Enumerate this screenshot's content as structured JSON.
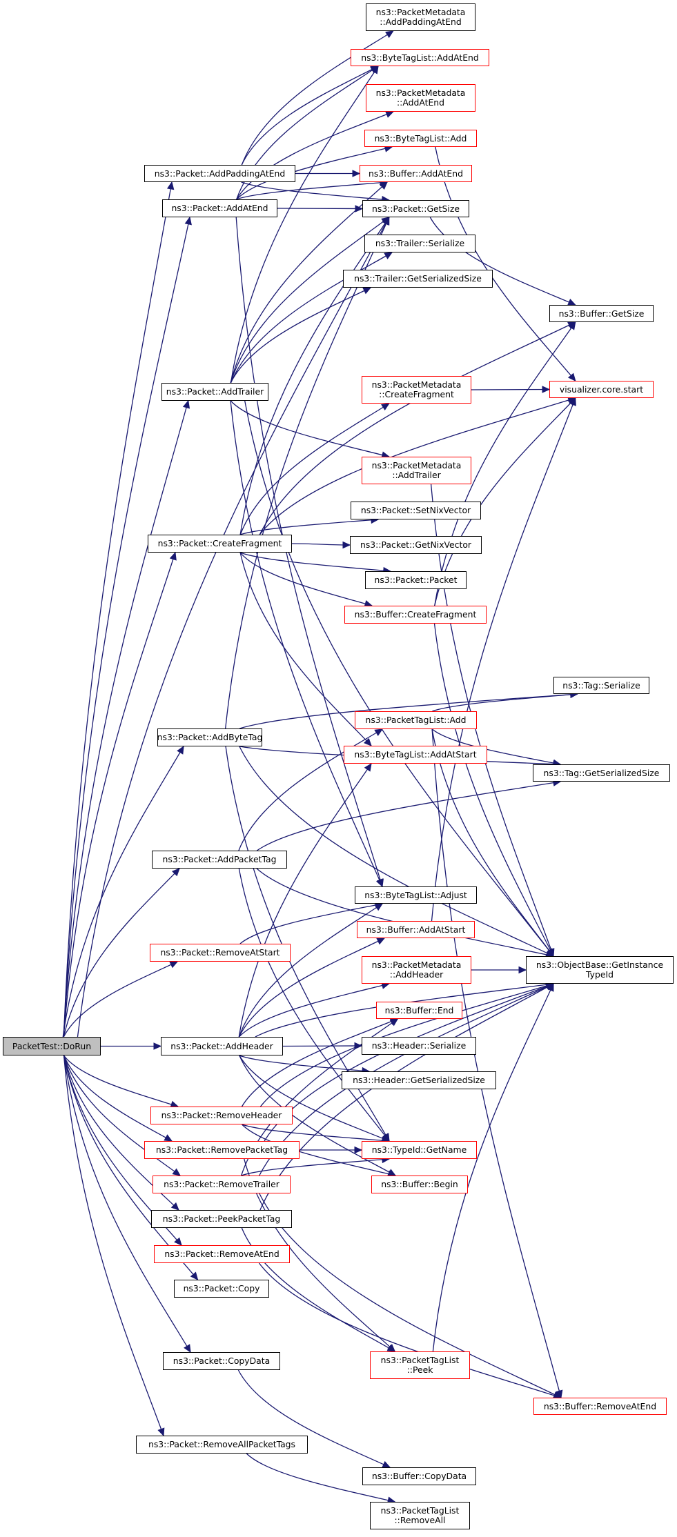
{
  "diagram": {
    "title": "Call graph for PacketTest::DoRun",
    "colors": {
      "edge": "#191970",
      "node_border_default": "#000000",
      "node_border_truncated": "#ff0000",
      "root_fill": "#bfbfbf",
      "node_fill": "#ffffff"
    },
    "nodes": [
      {
        "id": "dorun",
        "lines": [
          "PacketTest::DoRun"
        ],
        "style": "root"
      },
      {
        "id": "p_addpaddingatend",
        "lines": [
          "ns3::Packet::AddPaddingAtEnd"
        ],
        "style": "black"
      },
      {
        "id": "p_addatend",
        "lines": [
          "ns3::Packet::AddAtEnd"
        ],
        "style": "black"
      },
      {
        "id": "p_addtrailer",
        "lines": [
          "ns3::Packet::AddTrailer"
        ],
        "style": "black"
      },
      {
        "id": "p_createfragment",
        "lines": [
          "ns3::Packet::CreateFragment"
        ],
        "style": "black"
      },
      {
        "id": "p_addbytetag",
        "lines": [
          "ns3::Packet::AddByteTag"
        ],
        "style": "black"
      },
      {
        "id": "p_addpackettag",
        "lines": [
          "ns3::Packet::AddPacketTag"
        ],
        "style": "black"
      },
      {
        "id": "p_removeatstart",
        "lines": [
          "ns3::Packet::RemoveAtStart"
        ],
        "style": "red"
      },
      {
        "id": "p_addheader",
        "lines": [
          "ns3::Packet::AddHeader"
        ],
        "style": "black"
      },
      {
        "id": "p_removeheader",
        "lines": [
          "ns3::Packet::RemoveHeader"
        ],
        "style": "red"
      },
      {
        "id": "p_removepackettag",
        "lines": [
          "ns3::Packet::RemovePacketTag"
        ],
        "style": "red"
      },
      {
        "id": "p_removetrailer",
        "lines": [
          "ns3::Packet::RemoveTrailer"
        ],
        "style": "red"
      },
      {
        "id": "p_peekpackettag",
        "lines": [
          "ns3::Packet::PeekPacketTag"
        ],
        "style": "black"
      },
      {
        "id": "p_removeatend",
        "lines": [
          "ns3::Packet::RemoveAtEnd"
        ],
        "style": "red"
      },
      {
        "id": "p_copy",
        "lines": [
          "ns3::Packet::Copy"
        ],
        "style": "black"
      },
      {
        "id": "p_copydata",
        "lines": [
          "ns3::Packet::CopyData"
        ],
        "style": "black"
      },
      {
        "id": "p_removeallpackettags",
        "lines": [
          "ns3::Packet::RemoveAllPacketTags"
        ],
        "style": "black"
      },
      {
        "id": "pm_addpaddingatend",
        "lines": [
          "ns3::PacketMetadata",
          "::AddPaddingAtEnd"
        ],
        "style": "black"
      },
      {
        "id": "btl_addatend",
        "lines": [
          "ns3::ByteTagList::AddAtEnd"
        ],
        "style": "red"
      },
      {
        "id": "pm_addatend",
        "lines": [
          "ns3::PacketMetadata",
          "::AddAtEnd"
        ],
        "style": "red"
      },
      {
        "id": "btl_add",
        "lines": [
          "ns3::ByteTagList::Add"
        ],
        "style": "red"
      },
      {
        "id": "buf_addatend",
        "lines": [
          "ns3::Buffer::AddAtEnd"
        ],
        "style": "red"
      },
      {
        "id": "p_getsize",
        "lines": [
          "ns3::Packet::GetSize"
        ],
        "style": "black"
      },
      {
        "id": "tr_serialize",
        "lines": [
          "ns3::Trailer::Serialize"
        ],
        "style": "black"
      },
      {
        "id": "tr_getserializedsize",
        "lines": [
          "ns3::Trailer::GetSerializedSize"
        ],
        "style": "black"
      },
      {
        "id": "pm_createfragment",
        "lines": [
          "ns3::PacketMetadata",
          "::CreateFragment"
        ],
        "style": "red"
      },
      {
        "id": "pm_addtrailer",
        "lines": [
          "ns3::PacketMetadata",
          "::AddTrailer"
        ],
        "style": "red"
      },
      {
        "id": "p_setnixvector",
        "lines": [
          "ns3::Packet::SetNixVector"
        ],
        "style": "black"
      },
      {
        "id": "p_getnixvector",
        "lines": [
          "ns3::Packet::GetNixVector"
        ],
        "style": "black"
      },
      {
        "id": "p_packet",
        "lines": [
          "ns3::Packet::Packet"
        ],
        "style": "black"
      },
      {
        "id": "buf_createfragment",
        "lines": [
          "ns3::Buffer::CreateFragment"
        ],
        "style": "red"
      },
      {
        "id": "ptl_add",
        "lines": [
          "ns3::PacketTagList::Add"
        ],
        "style": "red"
      },
      {
        "id": "btl_addatstart",
        "lines": [
          "ns3::ByteTagList::AddAtStart"
        ],
        "style": "red"
      },
      {
        "id": "btl_adjust",
        "lines": [
          "ns3::ByteTagList::Adjust"
        ],
        "style": "black"
      },
      {
        "id": "buf_addatstart",
        "lines": [
          "ns3::Buffer::AddAtStart"
        ],
        "style": "red"
      },
      {
        "id": "pm_addheader",
        "lines": [
          "ns3::PacketMetadata",
          "::AddHeader"
        ],
        "style": "red"
      },
      {
        "id": "buf_end",
        "lines": [
          "ns3::Buffer::End"
        ],
        "style": "red"
      },
      {
        "id": "hdr_serialize",
        "lines": [
          "ns3::Header::Serialize"
        ],
        "style": "black"
      },
      {
        "id": "hdr_getserializedsize",
        "lines": [
          "ns3::Header::GetSerializedSize"
        ],
        "style": "black"
      },
      {
        "id": "typeid_getname",
        "lines": [
          "ns3::TypeId::GetName"
        ],
        "style": "red"
      },
      {
        "id": "buf_begin",
        "lines": [
          "ns3::Buffer::Begin"
        ],
        "style": "red"
      },
      {
        "id": "ptl_peek",
        "lines": [
          "ns3::PacketTagList",
          "::Peek"
        ],
        "style": "red"
      },
      {
        "id": "buf_copydata",
        "lines": [
          "ns3::Buffer::CopyData"
        ],
        "style": "black"
      },
      {
        "id": "ptl_removeall",
        "lines": [
          "ns3::PacketTagList",
          "::RemoveAll"
        ],
        "style": "black"
      },
      {
        "id": "buf_getsize",
        "lines": [
          "ns3::Buffer::GetSize"
        ],
        "style": "black"
      },
      {
        "id": "vis_start",
        "lines": [
          "visualizer.core.start"
        ],
        "style": "red"
      },
      {
        "id": "tag_serialize",
        "lines": [
          "ns3::Tag::Serialize"
        ],
        "style": "black"
      },
      {
        "id": "tag_getserializedsize",
        "lines": [
          "ns3::Tag::GetSerializedSize"
        ],
        "style": "black"
      },
      {
        "id": "ob_getinstancetypeid",
        "lines": [
          "ns3::ObjectBase::GetInstance",
          "TypeId"
        ],
        "style": "black"
      },
      {
        "id": "buf_removeatend",
        "lines": [
          "ns3::Buffer::RemoveAtEnd"
        ],
        "style": "red"
      }
    ],
    "edges": [
      [
        "dorun",
        "p_addpaddingatend"
      ],
      [
        "dorun",
        "p_addatend"
      ],
      [
        "dorun",
        "p_getsize"
      ],
      [
        "dorun",
        "p_addtrailer"
      ],
      [
        "dorun",
        "p_createfragment"
      ],
      [
        "dorun",
        "p_addbytetag"
      ],
      [
        "dorun",
        "p_addpackettag"
      ],
      [
        "dorun",
        "p_removeatstart"
      ],
      [
        "dorun",
        "p_addheader"
      ],
      [
        "dorun",
        "p_removeheader"
      ],
      [
        "dorun",
        "p_removepackettag"
      ],
      [
        "dorun",
        "p_removetrailer"
      ],
      [
        "dorun",
        "p_peekpackettag"
      ],
      [
        "dorun",
        "p_removeatend"
      ],
      [
        "dorun",
        "p_copy"
      ],
      [
        "dorun",
        "p_copydata"
      ],
      [
        "dorun",
        "p_removeallpackettags"
      ],
      [
        "p_addpaddingatend",
        "pm_addpaddingatend"
      ],
      [
        "p_addpaddingatend",
        "btl_addatend"
      ],
      [
        "p_addpaddingatend",
        "buf_addatend"
      ],
      [
        "p_addpaddingatend",
        "p_getsize"
      ],
      [
        "p_addatend",
        "btl_addatend"
      ],
      [
        "p_addatend",
        "pm_addatend"
      ],
      [
        "p_addatend",
        "btl_add"
      ],
      [
        "p_addatend",
        "buf_addatend"
      ],
      [
        "p_addatend",
        "p_getsize"
      ],
      [
        "p_addatend",
        "btl_adjust"
      ],
      [
        "p_addtrailer",
        "btl_addatend"
      ],
      [
        "p_addtrailer",
        "buf_addatend"
      ],
      [
        "p_addtrailer",
        "p_getsize"
      ],
      [
        "p_addtrailer",
        "tr_serialize"
      ],
      [
        "p_addtrailer",
        "tr_getserializedsize"
      ],
      [
        "p_addtrailer",
        "pm_addtrailer"
      ],
      [
        "p_addtrailer",
        "btl_adjust"
      ],
      [
        "p_addtrailer",
        "ob_getinstancetypeid"
      ],
      [
        "p_createfragment",
        "p_getsize"
      ],
      [
        "p_createfragment",
        "buf_getsize"
      ],
      [
        "p_createfragment",
        "vis_start"
      ],
      [
        "p_createfragment",
        "pm_createfragment"
      ],
      [
        "p_createfragment",
        "p_setnixvector"
      ],
      [
        "p_createfragment",
        "p_getnixvector"
      ],
      [
        "p_createfragment",
        "p_packet"
      ],
      [
        "p_createfragment",
        "buf_createfragment"
      ],
      [
        "p_createfragment",
        "btl_addatstart"
      ],
      [
        "p_addbytetag",
        "p_getsize"
      ],
      [
        "p_addbytetag",
        "tag_serialize"
      ],
      [
        "p_addbytetag",
        "tag_getserializedsize"
      ],
      [
        "p_addbytetag",
        "ob_getinstancetypeid"
      ],
      [
        "p_addbytetag",
        "typeid_getname"
      ],
      [
        "p_addpackettag",
        "ptl_add"
      ],
      [
        "p_addpackettag",
        "tag_getserializedsize"
      ],
      [
        "p_addpackettag",
        "ob_getinstancetypeid"
      ],
      [
        "p_addpackettag",
        "typeid_getname"
      ],
      [
        "p_removeatstart",
        "btl_adjust"
      ],
      [
        "p_addheader",
        "btl_addatstart"
      ],
      [
        "p_addheader",
        "btl_adjust"
      ],
      [
        "p_addheader",
        "buf_addatstart"
      ],
      [
        "p_addheader",
        "pm_addheader"
      ],
      [
        "p_addheader",
        "hdr_serialize"
      ],
      [
        "p_addheader",
        "hdr_getserializedsize"
      ],
      [
        "p_addheader",
        "ob_getinstancetypeid"
      ],
      [
        "p_addheader",
        "typeid_getname"
      ],
      [
        "p_addheader",
        "buf_begin"
      ],
      [
        "p_removeheader",
        "buf_end"
      ],
      [
        "p_removeheader",
        "typeid_getname"
      ],
      [
        "p_removeheader",
        "ob_getinstancetypeid"
      ],
      [
        "p_removeheader",
        "buf_begin"
      ],
      [
        "p_removepackettag",
        "typeid_getname"
      ],
      [
        "p_removepackettag",
        "ob_getinstancetypeid"
      ],
      [
        "p_removepackettag",
        "ptl_peek"
      ],
      [
        "p_removetrailer",
        "typeid_getname"
      ],
      [
        "p_removetrailer",
        "buf_end"
      ],
      [
        "p_removetrailer",
        "ob_getinstancetypeid"
      ],
      [
        "p_removetrailer",
        "buf_removeatend"
      ],
      [
        "p_peekpackettag",
        "ob_getinstancetypeid"
      ],
      [
        "p_peekpackettag",
        "ptl_peek"
      ],
      [
        "p_removeatend",
        "buf_removeatend"
      ],
      [
        "p_copydata",
        "buf_copydata"
      ],
      [
        "p_removeallpackettags",
        "ptl_removeall"
      ],
      [
        "btl_add",
        "vis_start"
      ],
      [
        "p_getsize",
        "buf_getsize"
      ],
      [
        "pm_createfragment",
        "vis_start"
      ],
      [
        "pm_addtrailer",
        "ob_getinstancetypeid"
      ],
      [
        "buf_createfragment",
        "buf_getsize"
      ],
      [
        "buf_createfragment",
        "vis_start"
      ],
      [
        "buf_createfragment",
        "ob_getinstancetypeid"
      ],
      [
        "ptl_add",
        "tag_serialize"
      ],
      [
        "ptl_add",
        "tag_getserializedsize"
      ],
      [
        "ptl_add",
        "ob_getinstancetypeid"
      ],
      [
        "ptl_add",
        "buf_removeatend"
      ],
      [
        "buf_addatstart",
        "vis_start"
      ],
      [
        "pm_addheader",
        "ob_getinstancetypeid"
      ],
      [
        "ptl_peek",
        "ob_getinstancetypeid"
      ]
    ]
  }
}
